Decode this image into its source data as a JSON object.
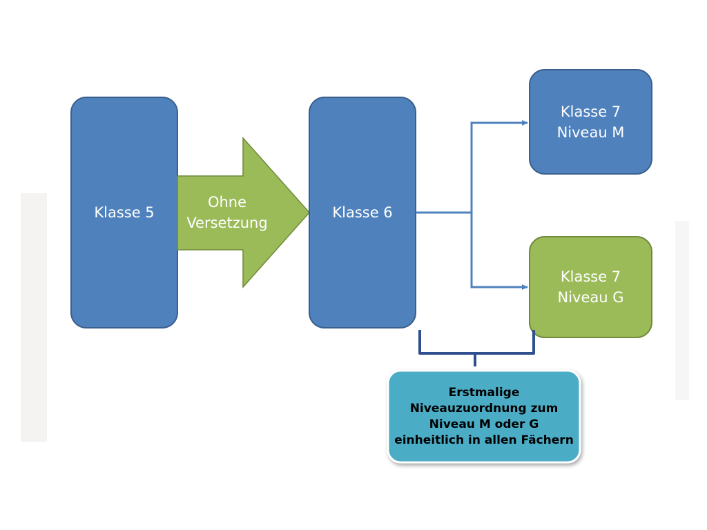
{
  "colors": {
    "blue_fill": "#4f81bd",
    "blue_stroke": "#3a5f8c",
    "green_fill": "#9bbb59",
    "green_stroke": "#6f8a3a",
    "teal_fill": "#4bacc6",
    "connector": "#4f81bd",
    "brace": "#2f4f8f"
  },
  "nodes": {
    "klasse5": "Klasse 5",
    "arrow": "Ohne\nVersetzung",
    "klasse6": "Klasse 6",
    "klasse7m": "Klasse 7\nNiveau M",
    "klasse7g": "Klasse 7\nNiveau G"
  },
  "note": "Erstmalige\nNiveauzuordnung zum\nNiveau M oder G\neinheitlich in allen Fächern"
}
